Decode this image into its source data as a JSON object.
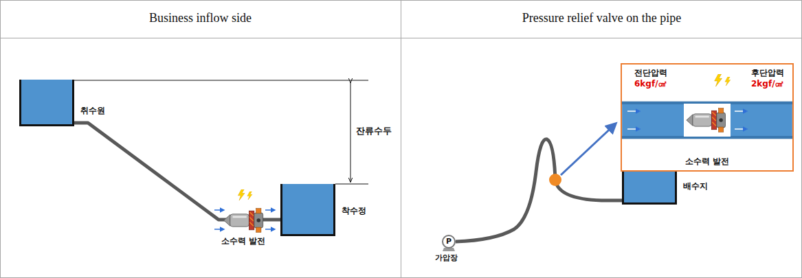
{
  "diagram": {
    "nodes": [
      {
        "text": [
          "취수원"
        ]
      },
      {
        "text": [
          "착수정"
        ]
      },
      {
        "text": [
          "P",
          "가압장"
        ]
      },
      {
        "text": [
          "전단압력",
          "6kgf/㎠",
          "후단압력",
          "2kgf/㎠",
          "소수력 발전"
        ]
      },
      {
        "text": [
          "배수지"
        ]
      }
    ],
    "edges": [
      {
        "from": 0,
        "to": 1,
        "arrow": "none"
      },
      {
        "from": 2,
        "to": 4,
        "arrow": "none"
      }
    ],
    "labels": [
      "Business inflow side",
      "Pressure relief valve on the pipe",
      "잔류수두",
      "소수력 발전"
    ]
  }
}
